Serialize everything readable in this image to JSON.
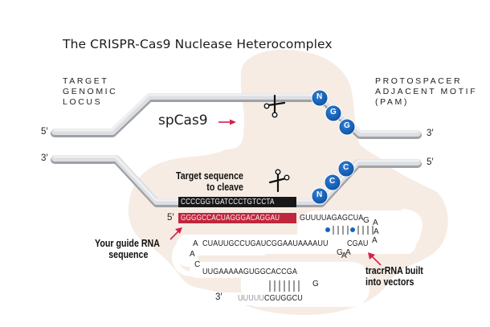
{
  "title": "The CRISPR-Cas9 Nuclease Heterocomplex",
  "labels": {
    "target_locus": [
      "TARGET",
      "GENOMIC",
      "LOCUS"
    ],
    "pam": [
      "PROTOSPACER",
      "ADJACENT MOTIF",
      "(PAM)"
    ],
    "spcas9": "spCas9",
    "target_sequence": [
      "Target sequence",
      "to cleave"
    ],
    "guide_rna": [
      "Your guide RNA",
      "sequence"
    ],
    "tracrrna": [
      "tracrRNA built",
      "into vectors"
    ]
  },
  "strand_ends": {
    "top_left": "5′",
    "bottom_left": "3′",
    "top_right": "3′",
    "bottom_right": "5′",
    "guide_start": "5′",
    "rna_end": "3′"
  },
  "pam_top": [
    "N",
    "G",
    "G"
  ],
  "pam_bottom": [
    "N",
    "C",
    "C"
  ],
  "sequences": {
    "target_dna": "CCCCGGTGATCCCTGTCCTA",
    "guide_rna": "GGGGCCACUAGGGACAGGAU",
    "crrna_repeat": "GUUUUAGAGCUA",
    "loop_top": [
      "G",
      "A",
      "A",
      "A"
    ],
    "tracr_line1": "CUAUUGCCUGAUCGGAAUAAAAUU",
    "tracr_line1_end": "CGAU",
    "bulge": [
      "G",
      "A",
      "A"
    ],
    "left_loop": [
      "A",
      "A",
      "C"
    ],
    "tracr_line2": "UUGAAAAAGUGGCACCGA",
    "hairpin_loop": "G",
    "tracr_line3_faded": "UUUUU",
    "tracr_line3": "CGUGGCU"
  },
  "colors": {
    "blob": "#f6ece3",
    "strand": "#d4d6d9",
    "strand_shadow": "#a9acb0",
    "pam_circle": "#1565c0",
    "arrow": "#d6204a",
    "guide_box": "#c0263d",
    "target_box": "#181818",
    "pair_dot": "#1565c0"
  },
  "icons": {
    "top_cut": "scissors-icon",
    "bottom_cut": "scissors-icon"
  }
}
